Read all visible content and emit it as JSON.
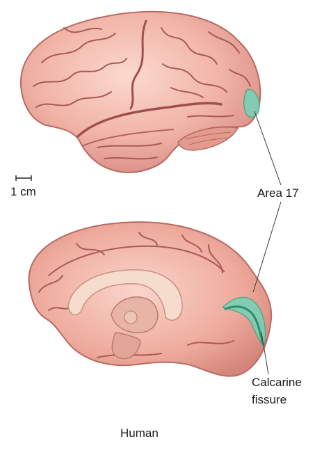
{
  "scale_bar_label": "1 cm",
  "labels": {
    "area": "Area 17",
    "calcarine_line1": "Calcarine",
    "calcarine_line2": "fissure"
  },
  "species_label": "Human",
  "colors": {
    "brain_fill": "#f2b9ad",
    "brain_shadow": "#c9776f",
    "sulcus": "#9e4f4e",
    "area17_highlight": "#78d1b5",
    "calcarine_fissure": "#2d8c6e",
    "corpus_callosum": "#f6dccd"
  }
}
